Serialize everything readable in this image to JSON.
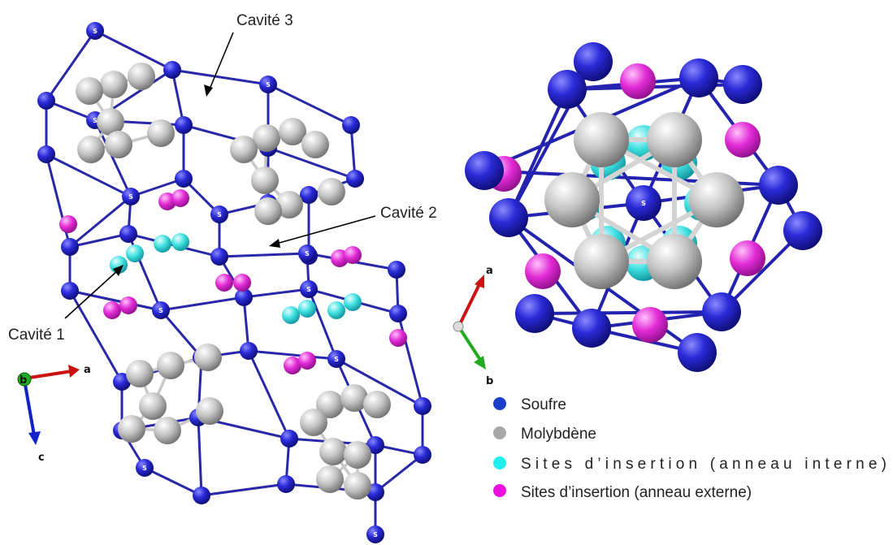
{
  "colors": {
    "sulfur": "#2222cc",
    "molybdenum": "#b0b0b0",
    "inner_site": "#33dddd",
    "outer_site": "#dd22cc",
    "bond_blue": "#2626a8",
    "bond_grey": "#c8c8c8",
    "axis_a": "#cc1111",
    "axis_b": "#119911",
    "axis_c": "#1122cc"
  },
  "annotations": {
    "cavity1": "Cavité 1",
    "cavity2": "Cavité 2",
    "cavity3": "Cavité 3"
  },
  "atom_label": "S",
  "axes_left": {
    "a": "a",
    "b": "b",
    "c": "c"
  },
  "axes_right": {
    "a": "a",
    "b": "b"
  },
  "legend": [
    {
      "label": "Soufre",
      "color": "#1a3fcc"
    },
    {
      "label": "Molybdène",
      "color": "#a8a8a8"
    },
    {
      "label": "Sites d’insertion (anneau interne)",
      "color": "#22eeee"
    },
    {
      "label": "Sites d’insertion (anneau externe)",
      "color": "#ee11dd"
    }
  ]
}
